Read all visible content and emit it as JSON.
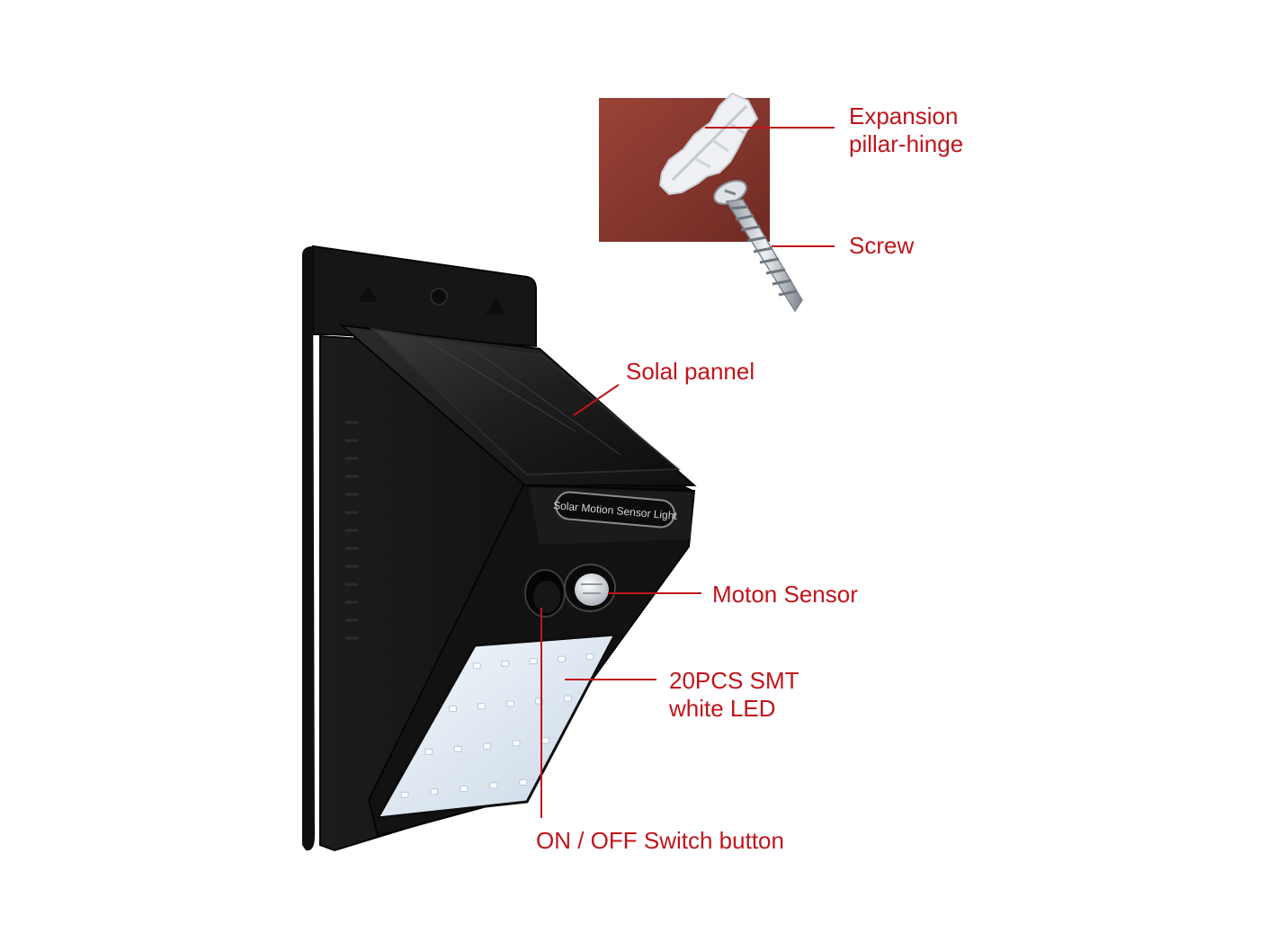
{
  "colors": {
    "label": "#c0141b",
    "leader": "#c0141b",
    "housing": "#141414",
    "mounting_pad": "#8b3a31",
    "led_panel": "#e6eef6"
  },
  "product": {
    "embossed_text": "Solar Motion Sensor Light",
    "led_count": 20
  },
  "callouts": {
    "expansion": {
      "line1": "Expansion",
      "line2": "pillar-hinge"
    },
    "screw": {
      "text": "Screw"
    },
    "solar_panel": {
      "text": "Solal pannel"
    },
    "motion_sensor": {
      "text": "Moton Sensor"
    },
    "led": {
      "line1": "20PCS SMT",
      "line2": "white LED"
    },
    "switch": {
      "text": "ON / OFF Switch button"
    }
  },
  "icons": {
    "anchor": "expansion-anchor-icon",
    "screw": "screw-icon",
    "pir": "pir-sensor-icon",
    "switch": "power-switch-icon"
  }
}
